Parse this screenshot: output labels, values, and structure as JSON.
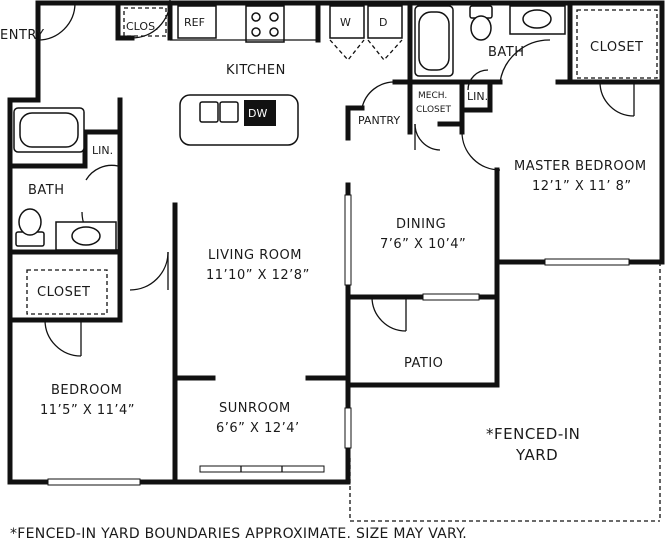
{
  "rooms": {
    "entry": "ENTRY",
    "closet_entry": "CLOS.",
    "ref": "REF",
    "washer": "W",
    "dryer": "D",
    "kitchen": "KITCHEN",
    "dw": "DW",
    "pantry": "PANTRY",
    "mech_line1": "MECH.",
    "mech_line2": "CLOSET",
    "bath_master": "BATH",
    "lin_master": "LIN.",
    "closet_master": "CLOSET",
    "master_bedroom_name": "MASTER BEDROOM",
    "master_bedroom_size": "12’1” X 11’ 8”",
    "lin_hall": "LIN.",
    "bath": "BATH",
    "dining_name": "DINING",
    "dining_size": "7’6” X 10’4”",
    "living_name": "LIVING ROOM",
    "living_size": "11’10” X 12’8”",
    "closet_bedroom": "CLOSET",
    "patio": "PATIO",
    "bedroom_name": "BEDROOM",
    "bedroom_size": "11’5” X 11’4”",
    "sunroom_name": "SUNROOM",
    "sunroom_size": "6’6” X 12’4’",
    "yard_line1": "*FENCED-IN",
    "yard_line2": "YARD"
  },
  "footnote": "*FENCED-IN YARD BOUNDARIES APPROXIMATE. SIZE MAY VARY."
}
